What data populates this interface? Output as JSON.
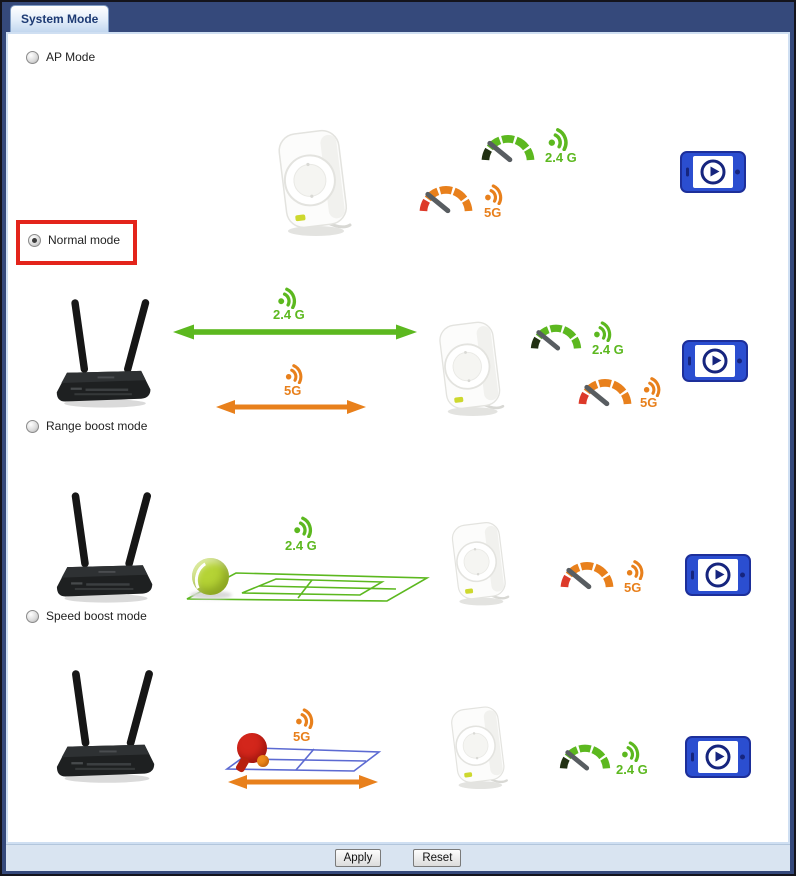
{
  "tab": {
    "label": "System Mode"
  },
  "modes": [
    {
      "label": "AP Mode",
      "selected": false
    },
    {
      "label": "Normal mode",
      "selected": true
    },
    {
      "label": "Range boost mode",
      "selected": false
    },
    {
      "label": "Speed boost mode",
      "selected": false
    }
  ],
  "bands": {
    "wifi24": "2.4 G",
    "wifi5": "5G"
  },
  "buttons": {
    "apply": "Apply",
    "reset": "Reset"
  },
  "colors": {
    "green": "#5cb81f",
    "orange": "#e8801c",
    "navy": "#35497b",
    "highlight": "#e3241b",
    "phone": "#2b4ed0",
    "phoneDark": "#16257e",
    "gaugeDark": "#213012",
    "gaugeRed": "#dd3a2a",
    "needle": "#585d61",
    "tableBlue": "#5c6ad2",
    "tennis": "#b5d335",
    "paddle": "#d3261b",
    "pingpong": "#ee8a1a"
  }
}
